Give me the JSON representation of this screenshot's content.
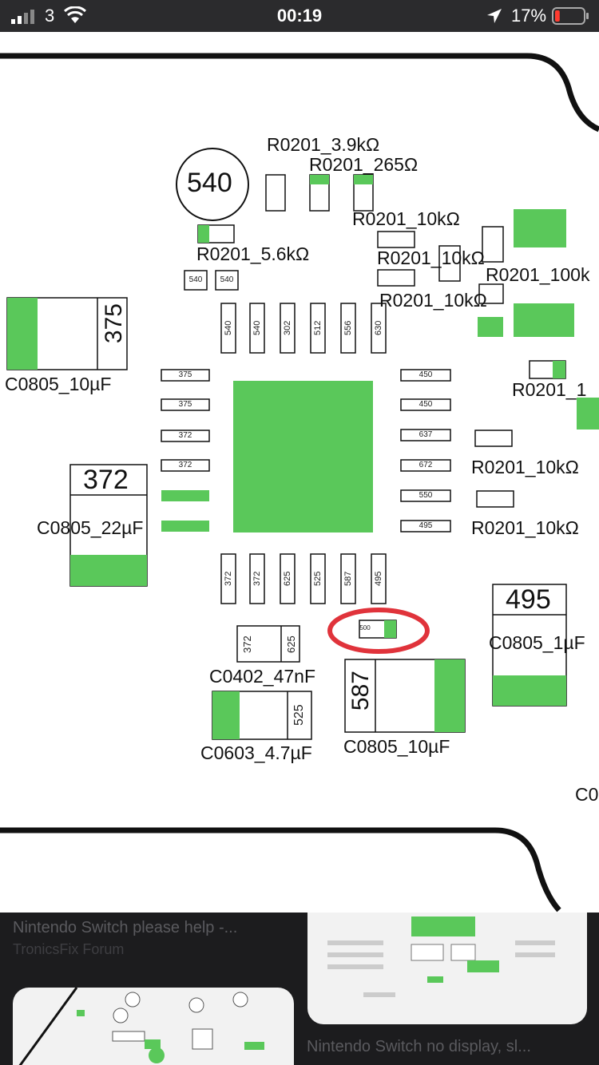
{
  "status_bar": {
    "carrier": "3",
    "time": "00:19",
    "battery_percent": "17%",
    "battery_level": 0.17,
    "icons": [
      "signal-icon",
      "wifi-icon",
      "location-arrow-icon",
      "battery-low-icon"
    ]
  },
  "image_viewer": {
    "big_labels": {
      "pad_540": "540",
      "cap_375": "375",
      "cap_372": "372",
      "cap_495": "495",
      "cap_587": "587"
    },
    "component_labels": [
      "R0201_3.9kΩ",
      "R0201_265Ω",
      "R0201_10kΩ",
      "R0201_5.6kΩ",
      "R0201_10kΩ",
      "R0201_100k",
      "R0201_10kΩ",
      "C0805_10µF",
      "R0201_1",
      "R0201_10kΩ",
      "C0805_22µF",
      "R0201_10kΩ",
      "C0805_1µF",
      "C0402_47nF",
      "C0603_4.7µF",
      "C0805_10µF",
      "C0"
    ],
    "pad_values": {
      "small_540a": "540",
      "small_540b": "540",
      "top_row": [
        "540",
        "540",
        "302",
        "512",
        "556",
        "630"
      ],
      "left_col": [
        "375",
        "375",
        "372",
        "372"
      ],
      "right_col": [
        "450",
        "450",
        "637",
        "672",
        "550",
        "495"
      ],
      "bottom_row": [
        "372",
        "372",
        "625",
        "525",
        "587",
        "495"
      ],
      "c0402_a": "372",
      "c0402_b": "625",
      "c0603": "525",
      "highlighted": "500"
    },
    "accent_green": "#5ac85a",
    "highlight_red": "#e0333b"
  },
  "results": [
    {
      "title": "Nintendo Switch please help -...",
      "source": "TronicsFix Forum"
    },
    {
      "title": "Nintendo Switch no display, sl...",
      "source": ""
    }
  ]
}
